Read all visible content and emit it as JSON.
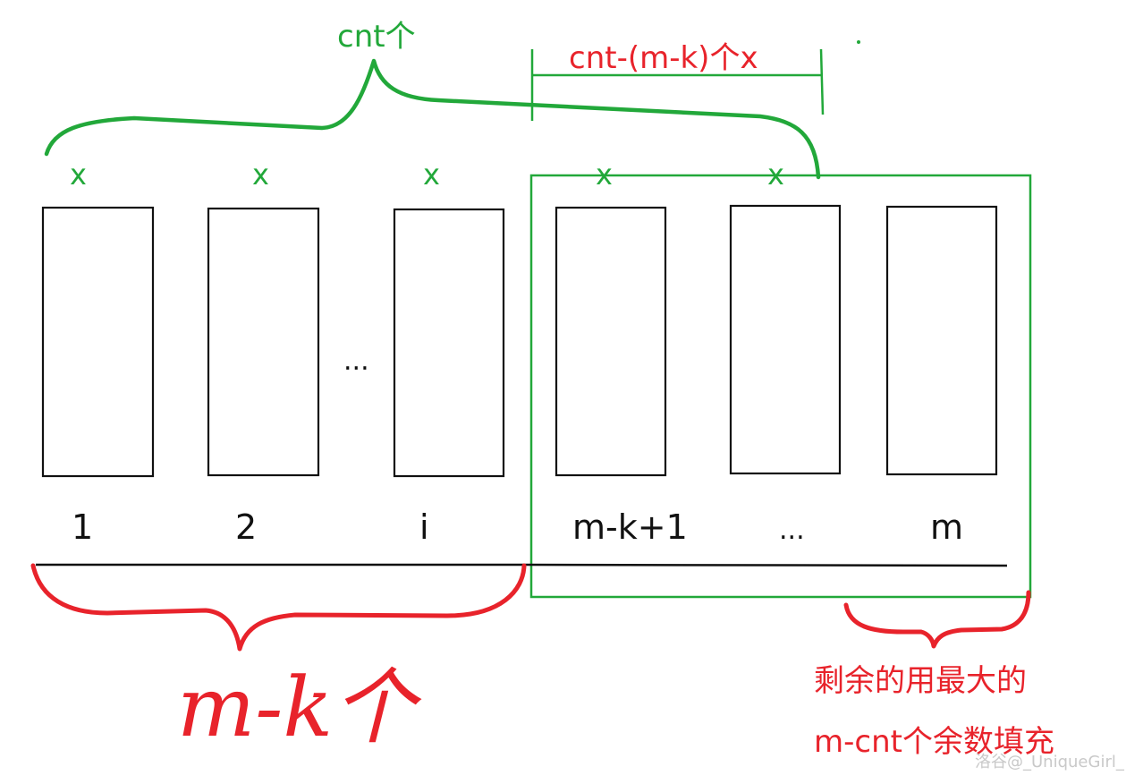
{
  "diagram": {
    "top_brace_label": "cnt个",
    "span_label": "cnt-(m-k)个x",
    "x_mark": "x",
    "x_marks": [
      "x",
      "x",
      "x",
      "x",
      "x"
    ],
    "ellipsis_middle": "...",
    "bottom_labels": [
      "1",
      "2",
      "i",
      "m-k+1",
      "...",
      "m"
    ],
    "bottom_brace_label": "m-k个",
    "right_note_line1": "剩余的用最大的",
    "right_note_line2": "m-cnt个余数填充",
    "watermark": "洛谷@_UniqueGirl_",
    "colors": {
      "green": "#22a83a",
      "red": "#e8232b",
      "black": "#111111"
    }
  }
}
